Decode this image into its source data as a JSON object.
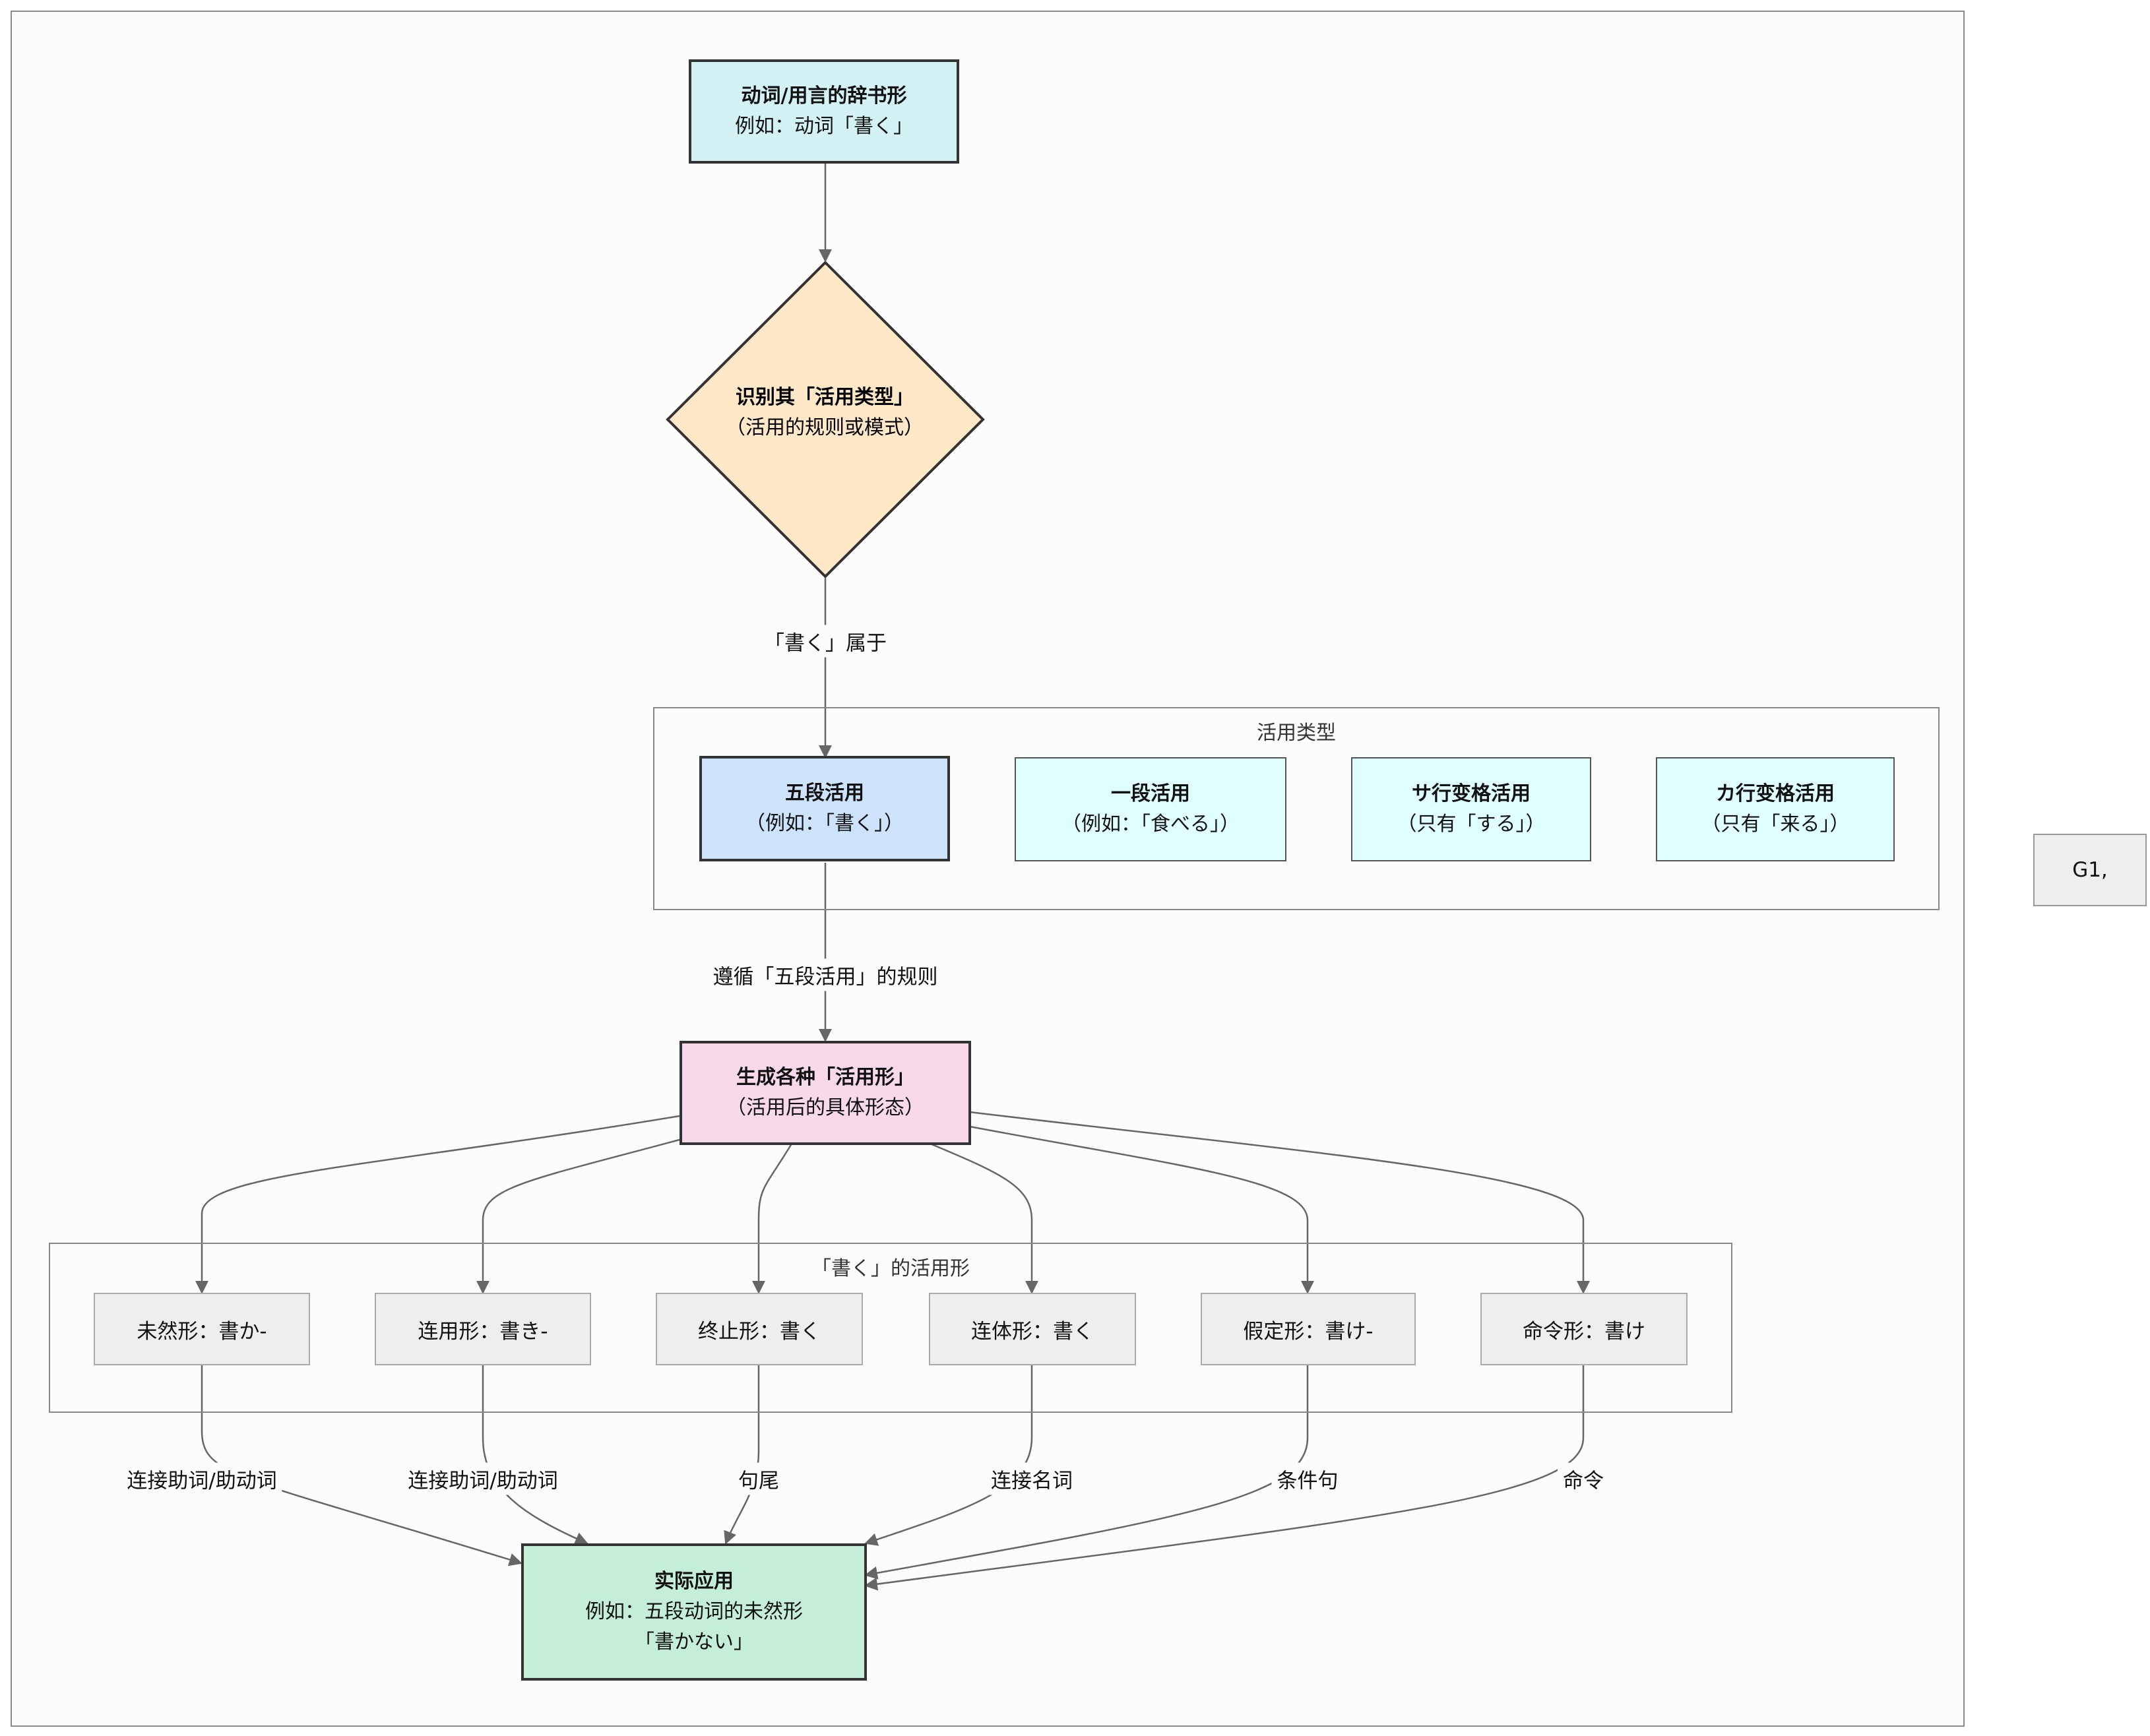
{
  "nodes": {
    "dict_form": {
      "title": "动词/用言的辞书形",
      "sub": "例如：动词「書く」"
    },
    "identify": {
      "title": "识别其「活用类型」",
      "sub": "（活用的规则或模式）"
    },
    "godan": {
      "title": "五段活用",
      "sub": "（例如：「書く」）"
    },
    "ichidan": {
      "title": "一段活用",
      "sub": "（例如：「食べる」）"
    },
    "sahen": {
      "title": "サ行变格活用",
      "sub": "（只有「する」）"
    },
    "kahen": {
      "title": "カ行变格活用",
      "sub": "（只有「来る」）"
    },
    "generate": {
      "title": "生成各种「活用形」",
      "sub": "（活用后的具体形态）"
    },
    "apply": {
      "title": "实际应用",
      "sub": "例如：五段动词的未然形",
      "sub2": "「書かない」"
    },
    "g1": {
      "label": "G1,"
    }
  },
  "clusters": {
    "types": "活用类型",
    "forms": "「書く」的活用形"
  },
  "forms": [
    {
      "label": "未然形：書か-"
    },
    {
      "label": "连用形：書き-"
    },
    {
      "label": "终止形：書く"
    },
    {
      "label": "连体形：書く"
    },
    {
      "label": "假定形：書け-"
    },
    {
      "label": "命令形：書け"
    }
  ],
  "edge_labels": {
    "belongs": "「書く」属于",
    "follows": "遵循「五段活用」的规则",
    "f1": "连接助词/助动词",
    "f2": "连接助词/助动词",
    "f3": "句尾",
    "f4": "连接名词",
    "f5": "条件句",
    "f6": "命令"
  },
  "colors": {
    "dict_form": "#d4f1f4",
    "identify": "#ffe8c8",
    "godan": "#cce3fb",
    "other_types": "#e0ffff",
    "generate": "#f7d9ea",
    "apply": "#c5eed8",
    "forms": "#eeeeee",
    "edge": "#666666"
  }
}
